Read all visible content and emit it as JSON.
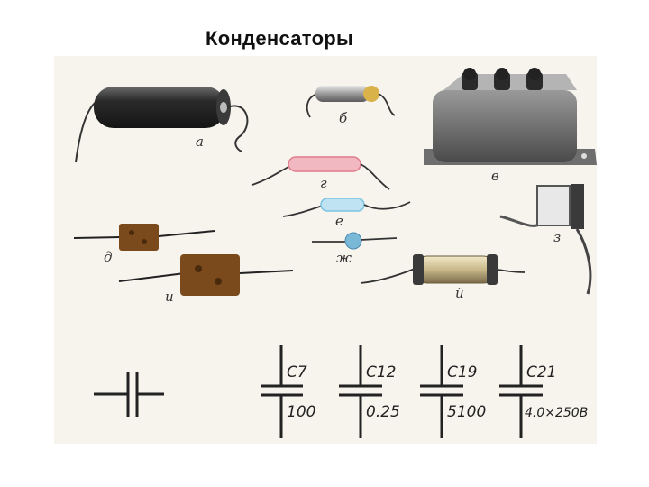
{
  "title": "Конденсаторы",
  "components": [
    {
      "id": "a",
      "label": "а"
    },
    {
      "id": "b",
      "label": "б"
    },
    {
      "id": "v",
      "label": "в"
    },
    {
      "id": "g",
      "label": "г"
    },
    {
      "id": "e",
      "label": "е"
    },
    {
      "id": "zh",
      "label": "ж"
    },
    {
      "id": "z",
      "label": "з"
    },
    {
      "id": "d",
      "label": "д"
    },
    {
      "id": "i",
      "label": "и"
    },
    {
      "id": "j",
      "label": "й"
    }
  ],
  "symbols": [
    {
      "name": "C7",
      "value": "100"
    },
    {
      "name": "C12",
      "value": "0.25"
    },
    {
      "name": "C19",
      "value": "5100"
    },
    {
      "name": "C21",
      "value": "4.0×250В"
    }
  ]
}
